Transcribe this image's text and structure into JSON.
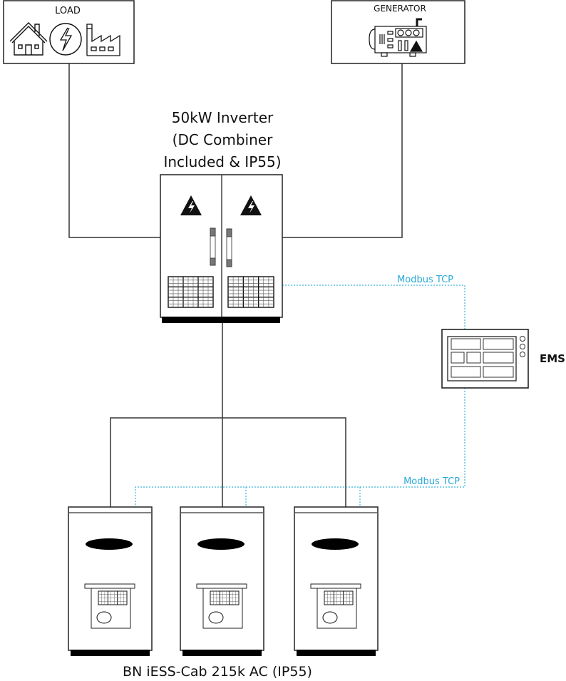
{
  "load": {
    "label": "LOAD",
    "icons": [
      "house-icon",
      "lightning-circle-icon",
      "factory-icon"
    ]
  },
  "generator": {
    "label": "GENERATOR",
    "icons": [
      "generator-icon"
    ]
  },
  "inverter": {
    "label_lines": [
      "50kW Inverter",
      "(DC Combiner",
      "Included & IP55)"
    ]
  },
  "ems": {
    "label": "EMS"
  },
  "links": {
    "inverter_ems": "Modbus TCP",
    "ems_batteries": "Modbus TCP"
  },
  "batteries": {
    "count": 3,
    "label": "BN iESS-Cab 215k AC (IP55)"
  },
  "colors": {
    "line": "#333333",
    "modbus": "#2aa9d8"
  }
}
